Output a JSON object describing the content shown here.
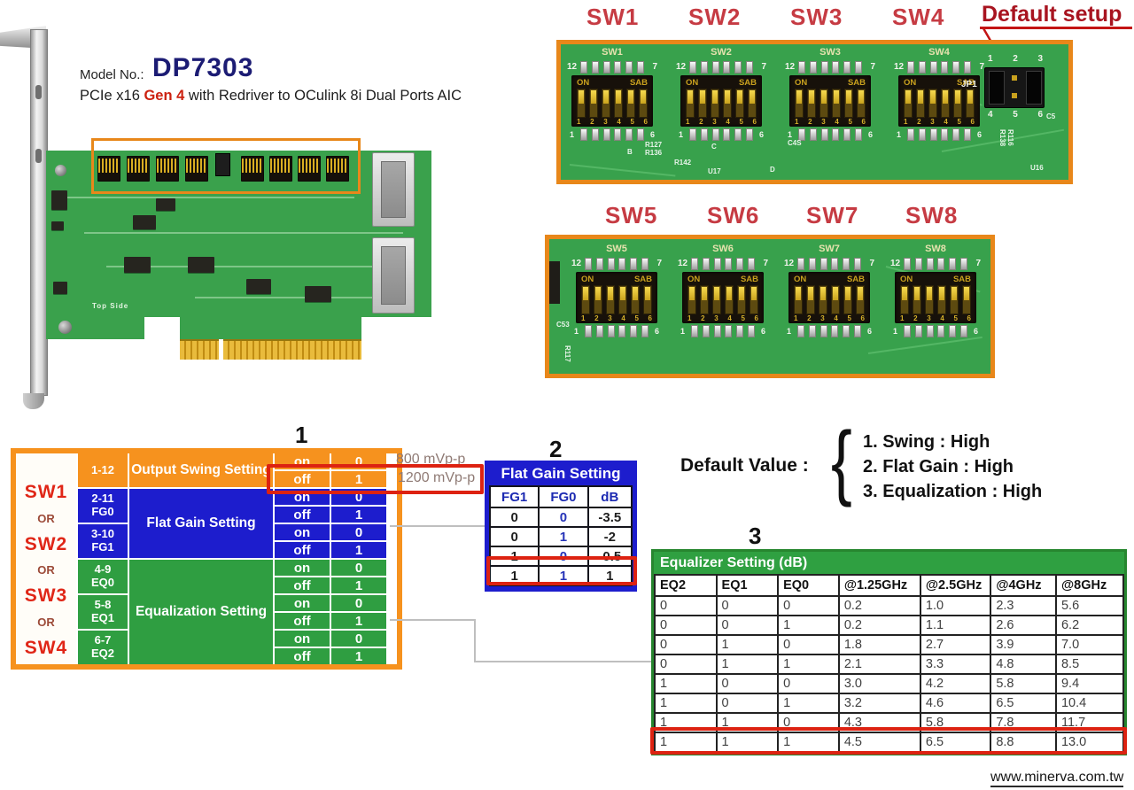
{
  "product": {
    "model_label": "Model No.:",
    "model_number": "DP7303",
    "description_prefix": "PCIe x16 ",
    "description_highlight": "Gen 4",
    "description_suffix": " with Redriver to OCulink 8i Dual Ports AIC",
    "board_side_label": "Top Side"
  },
  "dip_switch": {
    "on_label": "ON",
    "sab_label": "SAB",
    "positions": [
      "1",
      "2",
      "3",
      "4",
      "5",
      "6"
    ],
    "pin_top_left": "12",
    "pin_top_right": "7",
    "pin_bottom_left": "1",
    "pin_bottom_right": "6"
  },
  "photo_top": {
    "labels": [
      "SW1",
      "SW2",
      "SW3",
      "SW4"
    ],
    "default_setup": "Default setup",
    "jumper": {
      "name": "JP1",
      "pins_top": [
        "1",
        "2",
        "3"
      ],
      "pins_bottom": [
        "4",
        "5",
        "6"
      ]
    },
    "refs": [
      "B",
      "R127",
      "R136",
      "R142",
      "C",
      "U17",
      "C4S",
      "D",
      "R138",
      "R116",
      "C5",
      "U16"
    ]
  },
  "photo_bottom": {
    "labels": [
      "SW5",
      "SW6",
      "SW7",
      "SW8"
    ],
    "refs": [
      "C53",
      "R117"
    ]
  },
  "table1": {
    "number": "1",
    "sw_labels": [
      "SW1",
      "OR",
      "SW2",
      "OR",
      "SW3",
      "OR",
      "SW4"
    ],
    "on_label": "on",
    "off_label": "off",
    "on_value": "0",
    "off_value": "1",
    "groups": [
      {
        "section": "swing",
        "label": "Output Swing Setting",
        "pins": [
          {
            "id": "1-12",
            "sub": ""
          }
        ]
      },
      {
        "section": "flat",
        "label": "Flat Gain Setting",
        "pins": [
          {
            "id": "2-11",
            "sub": "FG0"
          },
          {
            "id": "3-10",
            "sub": "FG1"
          }
        ]
      },
      {
        "section": "eq",
        "label": "Equalization Setting",
        "pins": [
          {
            "id": "4-9",
            "sub": "EQ0"
          },
          {
            "id": "5-8",
            "sub": "EQ1"
          },
          {
            "id": "6-7",
            "sub": "EQ2"
          }
        ]
      }
    ],
    "annotation_on": "800 mVp-p",
    "annotation_off": "1200 mVp-p"
  },
  "table2": {
    "number": "2",
    "title": "Flat Gain Setting",
    "headers": [
      "FG1",
      "FG0",
      "dB"
    ],
    "rows": [
      [
        "0",
        "0",
        "-3.5"
      ],
      [
        "0",
        "1",
        "-2"
      ],
      [
        "1",
        "0",
        "-0.5"
      ],
      [
        "1",
        "1",
        "1"
      ]
    ],
    "highlight_row": 3
  },
  "default_value": {
    "label": "Default Value :",
    "brace": "{",
    "items": [
      "1. Swing : High",
      "2. Flat Gain : High",
      "3. Equalization : High"
    ]
  },
  "table3": {
    "number": "3",
    "title": "Equalizer Setting (dB)",
    "headers": [
      "EQ2",
      "EQ1",
      "EQ0",
      "@1.25GHz",
      "@2.5GHz",
      "@4GHz",
      "@8GHz"
    ],
    "rows": [
      [
        "0",
        "0",
        "0",
        "0.2",
        "1.0",
        "2.3",
        "5.6"
      ],
      [
        "0",
        "0",
        "1",
        "0.2",
        "1.1",
        "2.6",
        "6.2"
      ],
      [
        "0",
        "1",
        "0",
        "1.8",
        "2.7",
        "3.9",
        "7.0"
      ],
      [
        "0",
        "1",
        "1",
        "2.1",
        "3.3",
        "4.8",
        "8.5"
      ],
      [
        "1",
        "0",
        "0",
        "3.0",
        "4.2",
        "5.8",
        "9.4"
      ],
      [
        "1",
        "0",
        "1",
        "3.2",
        "4.6",
        "6.5",
        "10.4"
      ],
      [
        "1",
        "1",
        "0",
        "4.3",
        "5.8",
        "7.8",
        "11.7"
      ],
      [
        "1",
        "1",
        "1",
        "4.5",
        "6.5",
        "8.8",
        "13.0"
      ]
    ],
    "highlight_row": 7
  },
  "footer": {
    "website": "www.minerva.com.tw"
  }
}
